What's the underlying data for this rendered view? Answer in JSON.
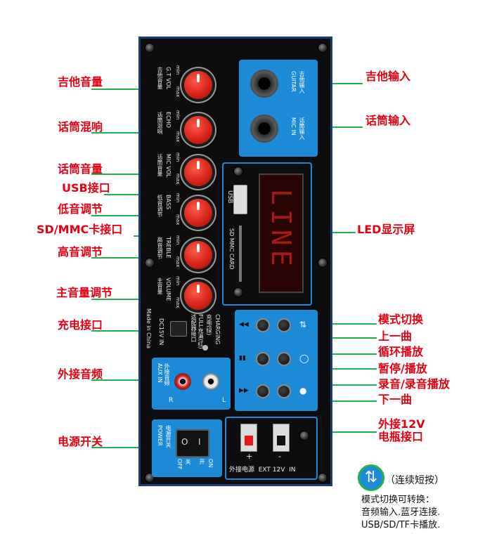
{
  "labels": {
    "guitar_vol": "吉他音量",
    "mic_echo": "话筒混响",
    "mic_vol": "话筒音量",
    "usb": "USB接口",
    "bass": "低音调节",
    "sd_mmc": "SD/MMC卡接口",
    "treble": "高音调节",
    "master_vol": "主音量调节",
    "charge_port": "充电接口",
    "aux_in": "外接音频",
    "power_switch": "电源开关",
    "guitar_in": "吉他输入",
    "mic_in": "话筒输入",
    "led": "LED显示屏",
    "mode": "模式切换",
    "prev": "上一曲",
    "loop": "循环播放",
    "pause": "暂停/播放",
    "record": "录音/录音播放",
    "next": "下一曲",
    "ext12v_line1": "外接12V",
    "ext12v_line2": "电瓶接口"
  },
  "panel": {
    "knobs": [
      {
        "en": "G.T VOL",
        "cn": "吉他音量"
      },
      {
        "en": "ECHO",
        "cn": "话筒混响"
      },
      {
        "en": "MIC VOL",
        "cn": "话筒音量"
      },
      {
        "en": "BASS",
        "cn": "低音调节"
      },
      {
        "en": "TREBLE",
        "cn": "高音调节"
      },
      {
        "en": "VOLUME",
        "cn": "主音量"
      }
    ],
    "min": "min",
    "max": "max",
    "usb": "USB",
    "sd_card": "SD MMC CARD",
    "led_text": "LINE",
    "guitar_jack_en": "GUITAR",
    "guitar_jack_cn": "吉他输入",
    "mic_jack_en": "MIC IN",
    "mic_jack_cn": "话筒输入",
    "dc_in": "DC15V IN",
    "dc_in_cn": "适配器接口",
    "charging": "CHARGING",
    "charging_cn": "充电(绿)",
    "full": "FULL充满(红)",
    "made_in": "Made in China",
    "aux_en": "AUX IN",
    "aux_cn": "外接音频",
    "aux_r": "R",
    "aux_l": "L",
    "power_en": "POWER",
    "power_cn": "电源开关",
    "on": "ON",
    "on_cn": "开",
    "off": "OFF",
    "off_cn": "关",
    "switch_o": "O",
    "switch_i": "I",
    "ext_plus": "+",
    "ext_minus": "-",
    "ext_label": "外接电源  EXT 12V  IN"
  },
  "note": {
    "badge_icon": "mode-switch-icon",
    "badge_text": "（连续短按）",
    "line1": "模式切换可转换：",
    "line2": "音频输入.蓝牙连接.",
    "line3": "USB/SD/TF卡播放."
  },
  "colors": {
    "label_red": "#e60012",
    "line_green": "#22b14c",
    "panel_blue": "#1c8ad6",
    "knob_red": "#d8241a"
  }
}
